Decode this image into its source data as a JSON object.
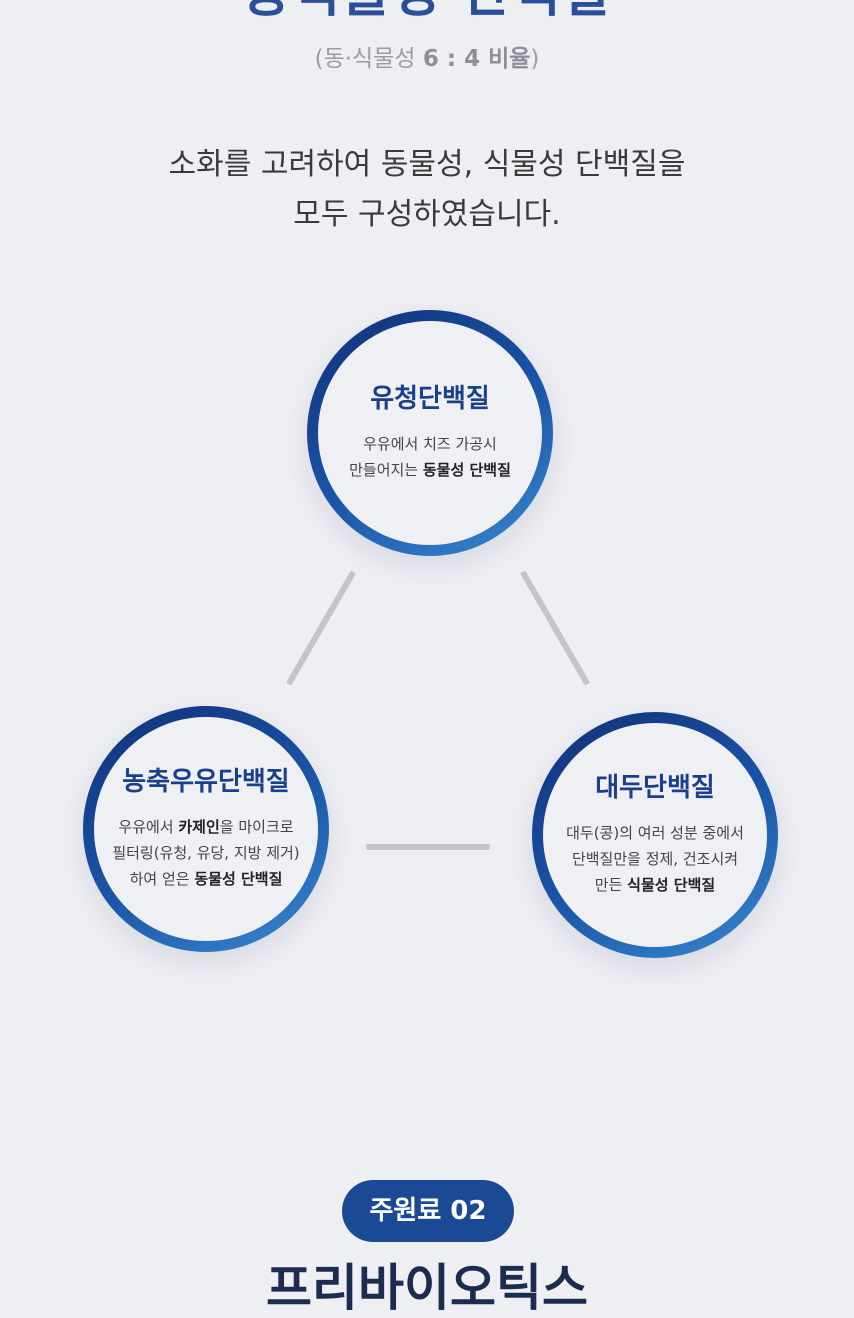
{
  "header": {
    "title": "동식물성 단백질",
    "ratio_open": "(동·식물성 ",
    "ratio_value": "6 : 4 비율",
    "ratio_close": ")"
  },
  "intro": {
    "line1": "소화를 고려하여 동물성, 식물성 단백질을",
    "line2": "모두 구성하였습니다."
  },
  "proteins": [
    {
      "title": "유청단백질",
      "line1": "우유에서 치즈 가공시",
      "line2_prefix": "만들어지는 ",
      "line2_bold": "동물성 단백질"
    },
    {
      "title": "농축우유단백질",
      "line1_prefix": "우유에서 ",
      "line1_bold": "카제인",
      "line1_suffix": "을 마이크로",
      "line2": "필터링(유청, 유당, 지방 제거)",
      "line3_prefix": "하여 얻은 ",
      "line3_bold": "동물성 단백질"
    },
    {
      "title": "대두단백질",
      "line1": "대두(콩)의 여러 성분 중에서",
      "line2": "단백질만을 정제, 건조시켜",
      "line3_prefix": "만든 ",
      "line3_bold": "식물성 단백질"
    }
  ],
  "section2": {
    "badge": "주원료 02",
    "title": "프리바이오틱스"
  },
  "colors": {
    "accent": "#1b4a95",
    "background": "#eeeff3",
    "ring_dark": "#0f3078",
    "ring_light": "#3a8ad0",
    "connector": "#c4c5c9"
  }
}
